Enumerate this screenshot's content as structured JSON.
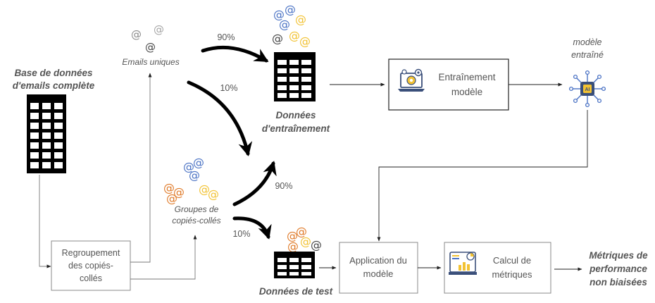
{
  "labels": {
    "database_line1": "Base de données",
    "database_line2": "d'emails complète",
    "unique_emails": "Emails uniques",
    "pct_train_unique": "90%",
    "pct_test_unique": "10%",
    "train_data_line1": "Données",
    "train_data_line2": "d'entraînement",
    "training_line1": "Entraînement",
    "training_line2": "modèle",
    "trained_model_line1": "modèle",
    "trained_model_line2": "entraîné",
    "groups_line1": "Groupes de",
    "groups_line2": "copiés-collés",
    "pct_train_groups": "90%",
    "pct_test_groups": "10%",
    "grouping_line1": "Regroupement",
    "grouping_line2": "des copiés-",
    "grouping_line3": "collés",
    "test_data": "Données  de test",
    "apply_line1": "Application du",
    "apply_line2": "modèle",
    "metrics_calc_line1": "Calcul de",
    "metrics_calc_line2": "métriques",
    "metrics_out_line1": "Métriques de",
    "metrics_out_line2": "performance",
    "metrics_out_line3": "non biaisées",
    "at_symbol": "@",
    "ai_chip": "AI"
  },
  "colors": {
    "blue": "#4a72c4",
    "gray": "#8a8a8a",
    "orange": "#e07b2a",
    "yellow": "#f2c233",
    "text": "#555555"
  },
  "icons": [
    "table-icon",
    "at-sign-icon",
    "laptop-gear-icon",
    "ai-brain-icon",
    "chart-screen-icon"
  ]
}
